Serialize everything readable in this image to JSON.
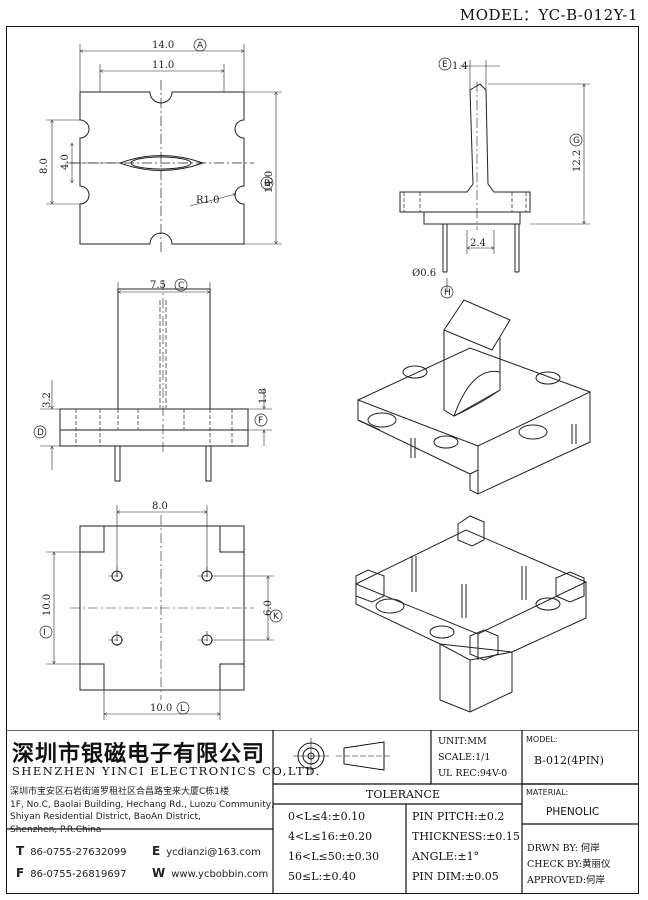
{
  "model": "MODEL：YC-B-012Y-1",
  "dims": {
    "A": "14.0",
    "A2": "11.0",
    "h80": "8.0",
    "h40": "4.0",
    "B": "14.0",
    "r": "R1.0",
    "E": "1.4",
    "G": "12.2",
    "g24": "2.4",
    "d06": "Ø0.6",
    "C": "7.5",
    "d32": "3.2",
    "F": "1.8",
    "w80": "8.0",
    "I": "10.0",
    "K": "6.0",
    "L": "10.0"
  },
  "circles": {
    "A": "A",
    "B": "B",
    "C": "C",
    "D": "D",
    "E": "E",
    "F": "F",
    "G": "G",
    "H": "H",
    "I": "I",
    "K": "K",
    "L": "L"
  },
  "company": {
    "name_cn": "深圳市银磁电子有限公司",
    "name_en": "SHENZHEN YINCI ELECTRONICS CO,LTD.",
    "address": [
      "深圳市宝安区石岩街道罗租社区合昌路宝来大厦C栋1楼",
      "1F, No.C, Baolai Building, Hechang Rd., Luozu Community,",
      "Shiyan Residential District, BaoAn District,",
      "Shenzhen, P.R.China"
    ],
    "tel_key": "T",
    "tel": "86-0755-27632099",
    "fax_key": "F",
    "fax": "86-0755-26819697",
    "email_key": "E",
    "email": "ycdianzi@163.com",
    "web_key": "W",
    "web": "www.ycbobbin.com"
  },
  "titleblock": {
    "unit": "UNIT:MM",
    "scale": "SCALE:1/1",
    "ul": "UL REC:94V-0",
    "model_label": "MODEL:",
    "model_value": "B-012(4PIN)",
    "material_label": "MATERIAL:",
    "material_value": "PHENOLIC",
    "tolerance_title": "TOLERANCE",
    "tol_left": [
      "0<L≤4:±0.10",
      "4<L≤16:±0.20",
      "16<L≤50:±0.30",
      "50≤L:±0.40"
    ],
    "tol_right": [
      "PIN PITCH:±0.2",
      "THICKNESS:±0.15",
      "ANGLE:±1°",
      "PIN DIM:±0.05"
    ],
    "drawn": "DRWN BY: 何岸",
    "check": "CHECK BY:黄丽仪",
    "approved": "APPROVED:何岸"
  }
}
